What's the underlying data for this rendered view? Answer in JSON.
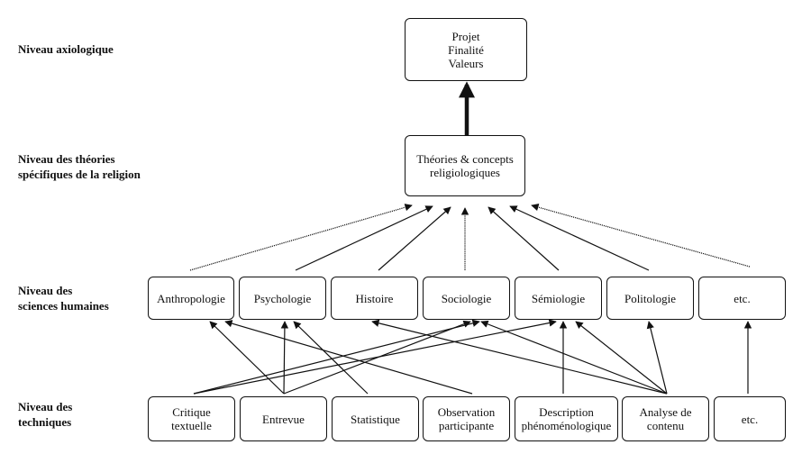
{
  "levels": {
    "axiological": "Niveau axiologique",
    "theories": "Niveau des théories\nspécifiques de la religion",
    "sciences": "Niveau des\nsciences humaines",
    "techniques": "Niveau des\ntechniques"
  },
  "top_box": "Projet\nFinalité\nValeurs",
  "theory_box": "Théories & concepts\nreligiologiques",
  "sciences": [
    "Anthropologie",
    "Psychologie",
    "Histoire",
    "Sociologie",
    "Sémiologie",
    "Politologie",
    "etc."
  ],
  "techniques": [
    "Critique\ntextuelle",
    "Entrevue",
    "Statistique",
    "Observation\nparticipante",
    "Description\nphénoménologique",
    "Analyse de\ncontenu",
    "etc."
  ]
}
